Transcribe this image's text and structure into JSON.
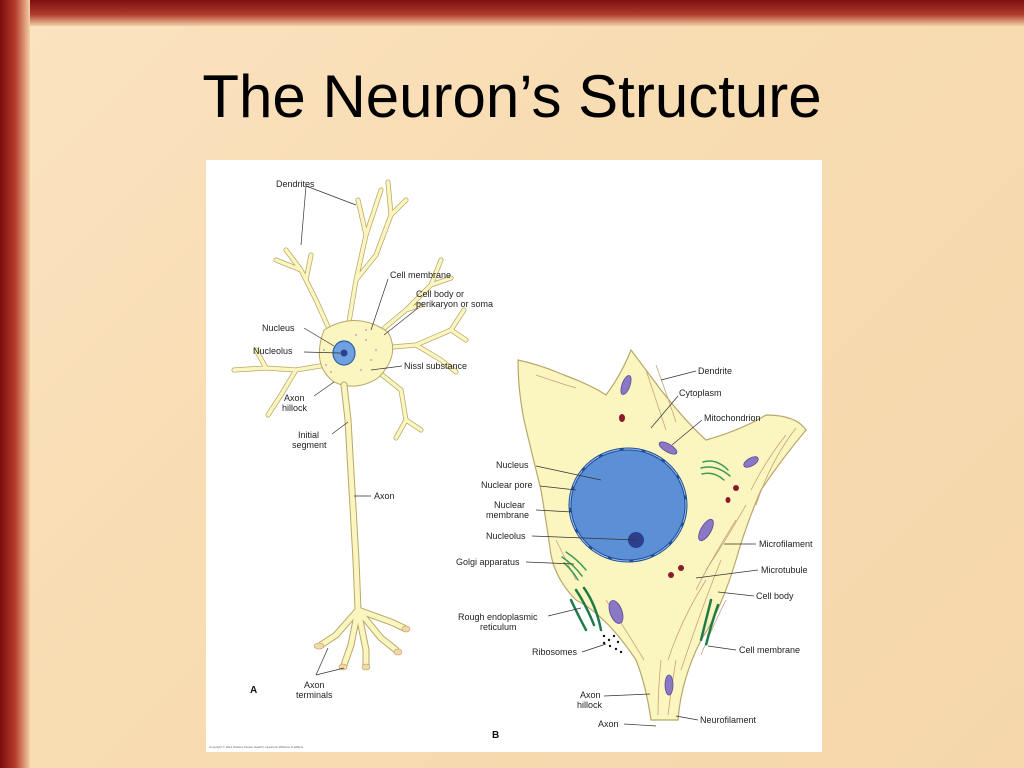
{
  "slide": {
    "title": "The Neuron’s Structure"
  },
  "colors": {
    "frame": "#8b1414",
    "background": "#f8dcb2",
    "cytoplasm": "#fbf5bf",
    "nucleus": "#5b8fd6",
    "mitochondria": "#8a78c4",
    "golgi": "#3d9a5a"
  },
  "figure": {
    "panel_a": {
      "letter": "A",
      "labels": {
        "dendrites": "Dendrites",
        "cell_membrane": "Cell membrane",
        "cell_body_1": "Cell body or",
        "cell_body_2": "perikaryon or soma",
        "nucleus": "Nucleus",
        "nucleolus": "Nucleolus",
        "nissl": "Nissl substance",
        "axon_hillock_1": "Axon",
        "axon_hillock_2": "hillock",
        "initial_segment_1": "Initial",
        "initial_segment_2": "segment",
        "axon": "Axon",
        "axon_terminals_1": "Axon",
        "axon_terminals_2": "terminals"
      }
    },
    "panel_b": {
      "letter": "B",
      "labels": {
        "dendrite": "Dendrite",
        "cytoplasm": "Cytoplasm",
        "mitochondrion": "Mitochondrion",
        "nucleus": "Nucleus",
        "nuclear_pore": "Nuclear pore",
        "nuclear_membrane_1": "Nuclear",
        "nuclear_membrane_2": "membrane",
        "nucleolus": "Nucleolus",
        "golgi": "Golgi apparatus",
        "microfilament": "Microfilament",
        "microtubule": "Microtubule",
        "cell_body": "Cell body",
        "rer_1": "Rough endoplasmic",
        "rer_2": "reticulum",
        "ribosomes": "Ribosomes",
        "cell_membrane": "Cell membrane",
        "axon_hillock_1": "Axon",
        "axon_hillock_2": "hillock",
        "axon": "Axon",
        "neurofilament": "Neurofilament"
      }
    },
    "copyright": "Copyright © 2011 Wolters Kluwer Health | Lippincott Williams & Wilkins"
  }
}
